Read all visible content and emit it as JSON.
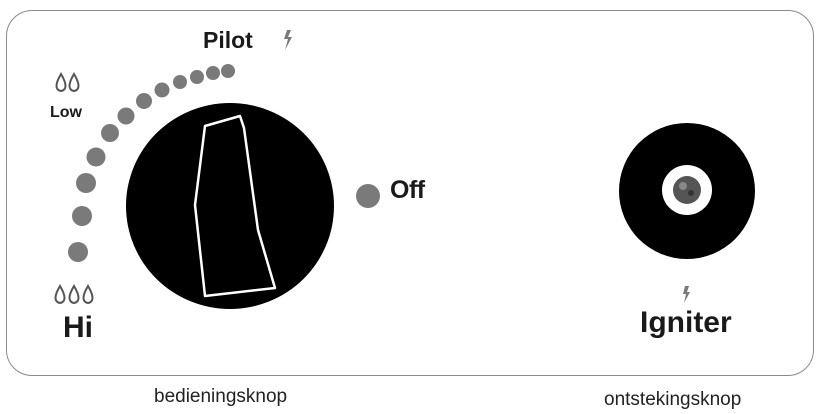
{
  "panel": {
    "control_knob": {
      "positions": {
        "pilot": "Pilot",
        "low": "Low",
        "hi": "Hi",
        "off": "Off"
      }
    },
    "igniter": {
      "label": "Igniter"
    },
    "colors": {
      "knob": "#000000",
      "dot": "#7a7a7a",
      "panel_border": "#8a8a8a",
      "spark_center": "#555555"
    },
    "icons": [
      "flame-drops-2-icon",
      "flame-drops-3-icon",
      "lightning-icon"
    ]
  },
  "captions": {
    "control_knob": "bedieningsknop",
    "igniter_knob": "ontstekingsknop"
  }
}
